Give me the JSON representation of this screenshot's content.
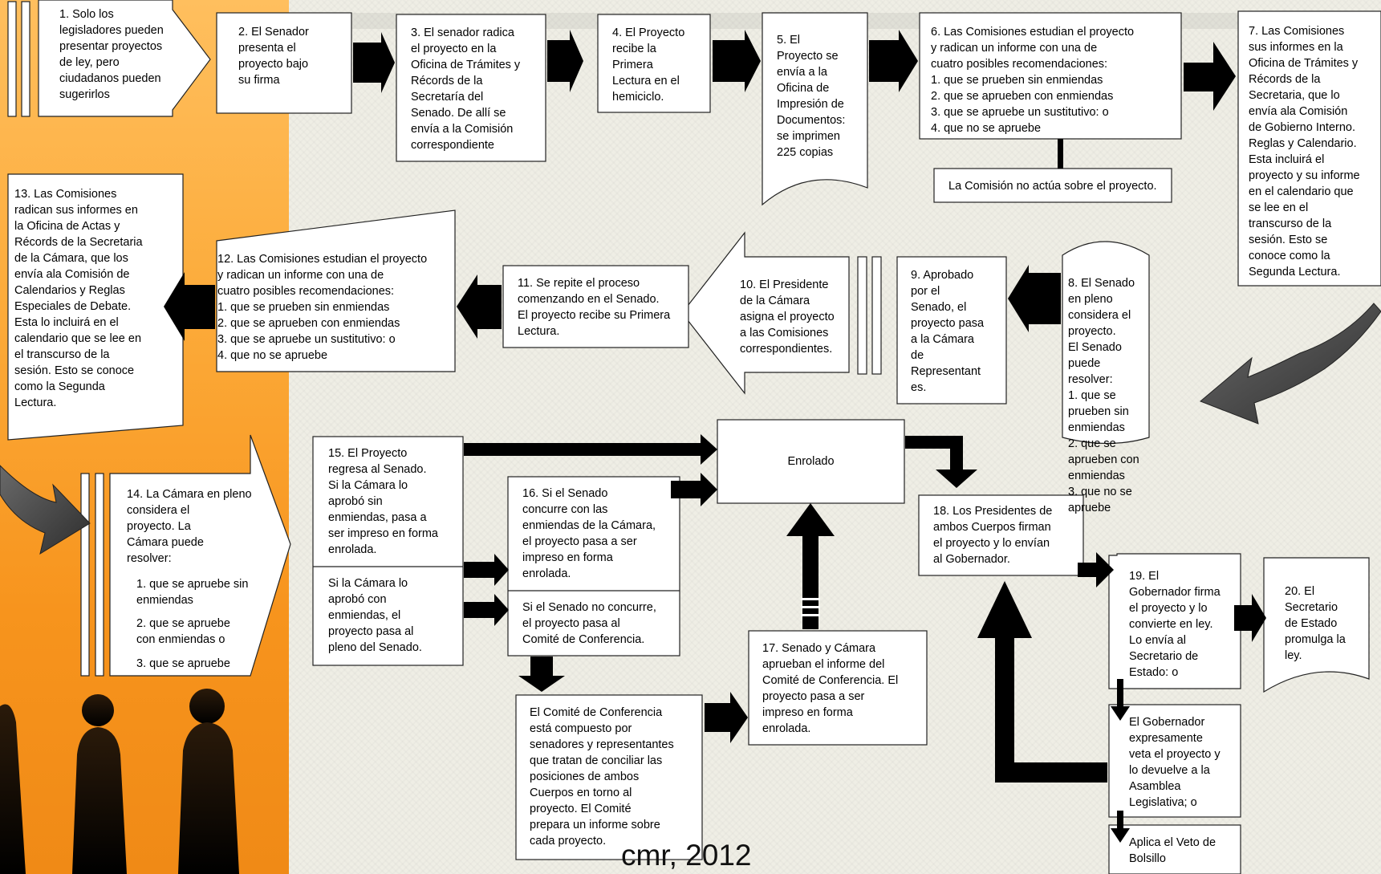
{
  "steps": {
    "s1": "1.      Solo       los\nlegisladores pueden\npresentar proyectos\nde       ley,       pero\nciudadanos pueden\nsugerirlos",
    "s2": "2.  El Senador\npresenta el\nproyecto bajo\nsu firma",
    "s3": "3.  El senador radica\nel proyecto en la\nOficina de Trámites y\nRécords de la\nSecretaría del\nSenado.  De allí se\nenvía a la Comisión\ncorrespondiente",
    "s4": "4.  El Proyecto\nrecibe            la\nPrimera\nLectura  en  el\nhemiciclo.",
    "s5": "5.  El\nProyecto se\nenvía a la\nOficina de\nImpresión de\nDocumentos:\nse imprimen\n225 copias",
    "s6": "6.    Las Comisiones estudian el proyecto\n        y radican un informe con una de\n        cuatro posibles recomendaciones:\n      1.  que se prueben sin enmiendas\n        2.  que se aprueben con enmiendas\n        3. que se apruebe un sustitutivo: o\n     4. que no se apruebe",
    "s6b": "La Comisión no actúa sobre el proyecto.",
    "s7": "7.  Las Comisiones\nsus informes en la\nOficina de Trámites y\nRécords de la\nSecretaria, que lo\nenvía ala Comisión\nde Gobierno Interno.\nReglas y Calendario.\nEsta incluirá el\nproyecto y su informe\nen el calendario que\nse lee en el\ntranscurso de la\nsesión.  Esto se\nconoce como la\nSegunda Lectura.",
    "s8": "8. El Senado en pleno\nconsidera el proyecto.\nEl Senado puede\nresolver:\n1.  que se prueben sin\nenmiendas\n2.  que se aprueben con\nenmiendas\n3.  que no se apruebe",
    "s9": "9.  Aprobado\npor el\nSenado, el\nproyecto pasa\na la Cámara\nde\nRepresentant\nes.",
    "s10": "10.  El Presidente\nde la Cámara\nasigna el proyecto\na las Comisiones\ncorrespondientes.",
    "s11": "11.     Se  repite  el  proceso\ncomenzando  en  el  Senado.\nEl proyecto recibe su Primera\nLectura.",
    "s12": "12.  Las Comisiones estudian el proyecto\n      y radican un informe con una de\n      cuatro posibles recomendaciones:\n   1.  que se prueben sin enmiendas\n   2.  que se aprueben con enmiendas\n   3. que se apruebe un sustitutivo: o\n   4. que no se apruebe",
    "s13": "13.      Las     Comisiones\nradican sus informes en\nla  Oficina  de  Actas  y\nRécords de la Secretaria\nde  la  Cámara,  que  los\nenvía  ala  Comisión  de\nCalendarios    y    Reglas\nEspeciales   de   Debate.\nEsta  lo  incluirá  en  el\ncalendario que se lee en\nel     transcurso     de     la\nsesión.   Esto se conoce\ncomo        la        Segunda\nLectura.",
    "s14a": "14.  La Cámara en pleno\n     considera el\n     proyecto.  La\n     Cámara puede\n     resolver:",
    "s14b": "1. que se apruebe sin\n   enmiendas",
    "s14c": "2.  que se apruebe\n   con enmiendas o",
    "s14d": "3.  que se apruebe",
    "s15a": "15.  El Proyecto\nregresa al Senado.\nSi la Cámara lo\naprobó sin\nenmiendas, pasa a\nser impreso en forma\nenrolada.",
    "s15b": "Si la Cámara lo\naprobó con\nenmiendas, el\nproyecto pasa al\npleno del Senado.",
    "s16a": "16.  Si el Senado\nconcurre con las\nenmiendas de la Cámara,\nel proyecto pasa a ser\nimpreso en forma\nenrolada.",
    "s16b": "Si el Senado no concurre,\nel proyecto pasa al\nComité de Conferencia.",
    "conf": "El Comité de Conferencia\nestá compuesto por\nsenadores y representantes\nque tratan de conciliar las\nposiciones de ambos\nCuerpos en torno al\nproyecto.  El Comité\nprepara un informe sobre\ncada proyecto.",
    "s17": "17.  Senado y Cámara\naprueban el informe del\nComité de Conferencia.  El\nproyecto pasa a ser\nimpreso en forma\nenrolada.",
    "enrolado": "Enrolado",
    "s18": "18.  Los Presidentes de\nambos Cuerpos firman\nel proyecto y lo envían\nal Gobernador.",
    "s19": "19.  El\nGobernador firma\nel proyecto y lo\nconvierte en ley.\nLo envía al\nSecretario de\nEstado:  o",
    "veto": "El Gobernador\nexpresamente\nveta el proyecto y\nlo devuelve a la\nAsamblea\nLegislativa; o",
    "pocket": "Aplica el Veto de\nBolsillo",
    "s20": "20.  El\nSecretario\nde Estado\npromulga la\nley."
  },
  "credit": "cmr, 2012",
  "colors": {
    "orange_panel": "#f7941d",
    "background": "#efeee5",
    "arrow_dark": "#4a4a4a"
  }
}
